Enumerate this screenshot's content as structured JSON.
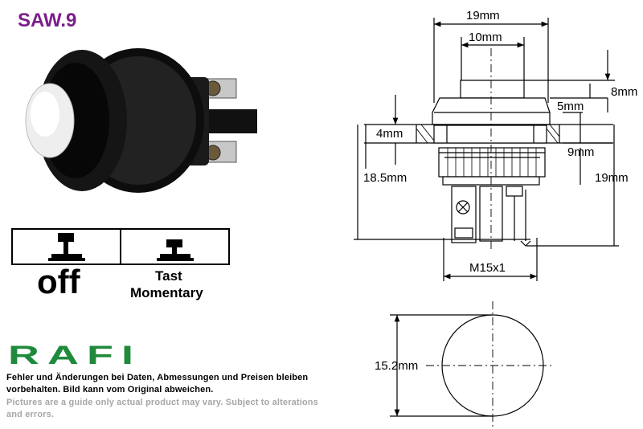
{
  "title": "SAW.9",
  "modes": {
    "off_label": "off",
    "tast_label": "Tast",
    "momentary_label": "Momentary"
  },
  "brand": {
    "logo_text": "RAFI",
    "logo_color": "#1f8a3c"
  },
  "notes": {
    "de_line1": "Fehler und Änderungen bei Daten, Abmessungen und Preisen bleiben",
    "de_line2": "vorbehalten. Bild kann vom Original abweichen.",
    "en_line1": "Pictures are a guide only actual product may vary. Subject to alterations",
    "en_line2": "and errors."
  },
  "dimensions": {
    "overall_width": "19mm",
    "button_width": "10mm",
    "button_height": "8mm",
    "bezel_height": "5mm",
    "panel_thickness": "4mm",
    "nut_height": "9mm",
    "body_length": "18.5mm",
    "below_panel": "19mm",
    "thread": "M15x1",
    "diameter": "15.2mm"
  },
  "colors": {
    "title": "#7b1e8c",
    "footnote_grey": "#a6a6a6"
  }
}
